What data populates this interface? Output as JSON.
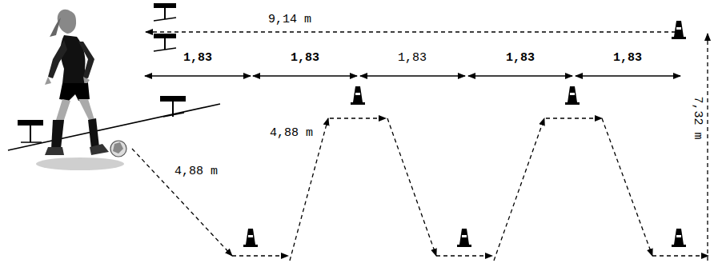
{
  "diagram": {
    "labels": [
      "9,14 m",
      "1,83",
      "1,83",
      "1,83",
      "1,83",
      "1,83",
      "4,88 m",
      "4,88 m",
      "7,32 m"
    ]
  }
}
